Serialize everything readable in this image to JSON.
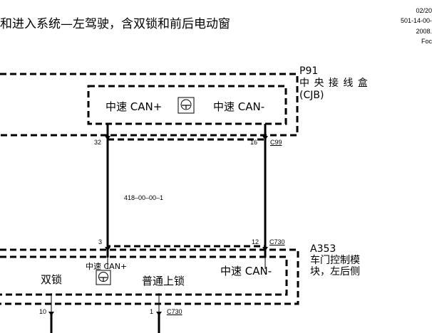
{
  "title": "和进入系统—左驾驶，含双锁和前后电动窗",
  "header": {
    "line1": "02/20",
    "line2": "501-14-00-",
    "line3": "2008.",
    "line4": "Foc"
  },
  "p91": {
    "id": "P91",
    "name_line1": "中 央 接 线 盒",
    "name_line2": "(CJB)",
    "can_plus": "中速 CAN+",
    "can_minus": "中速 CAN-",
    "pin_left": "32",
    "pin_right": "16",
    "connector": "C99",
    "icon": "ground-module-icon"
  },
  "wire": {
    "reference": "418–00–00–1"
  },
  "a353": {
    "id": "A353",
    "name_line1": "车门控制模",
    "name_line2": "块，左后侧",
    "can_plus": "中速 CAN+",
    "can_minus": "中速 CAN-",
    "double_lock": "双锁",
    "normal_lock": "普通上锁",
    "pin_left": "3",
    "pin_right": "12",
    "connector_top": "C730",
    "pin_bottom_left": "10",
    "pin_bottom_right": "1",
    "connector_bottom": "C730",
    "icon": "ground-module-icon"
  },
  "colors": {
    "line": "#000000",
    "background": "#ffffff"
  }
}
